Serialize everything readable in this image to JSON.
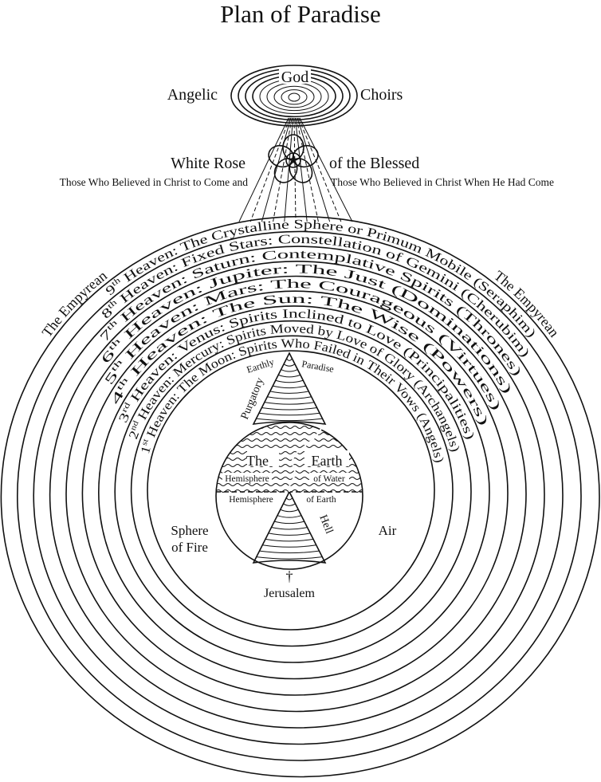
{
  "title": "Plan of Paradise",
  "top": {
    "god": "God",
    "angelic": "Angelic",
    "choirs": "Choirs",
    "white_rose": "White Rose",
    "of_the_blessed": "of the Blessed",
    "believed_to_come": "Those Who Believed in Christ to Come and",
    "believed_had_come": "Those Who Believed in Christ When He Had Come"
  },
  "empyrean": {
    "left": "The Empyrean",
    "right": "The Empyrean"
  },
  "heavens": [
    {
      "num": "1",
      "sup": "st",
      "text": " Heaven: The Moon: Spirits Who Failed in Their Vows (Angels)"
    },
    {
      "num": "2",
      "sup": "nd",
      "text": " Heaven: Mercury: Spirits Moved by Love of Glory (Archangels)"
    },
    {
      "num": "3",
      "sup": "rd",
      "text": " Heaven: Venus: Spirits Inclined to Love (Principalities)"
    },
    {
      "num": "4",
      "sup": "th",
      "text": " Heaven: The Sun: The Wise (Powers)"
    },
    {
      "num": "5",
      "sup": "th",
      "text": " Heaven: Mars: The Courageous (Virtues)"
    },
    {
      "num": "6",
      "sup": "th",
      "text": " Heaven: Jupiter: The Just (Dominations)"
    },
    {
      "num": "7",
      "sup": "th",
      "text": " Heaven: Saturn: Contemplative Spirits (Thrones)"
    },
    {
      "num": "8",
      "sup": "th",
      "text": " Heaven: Fixed Stars: Constellation of Gemini (Cherubim)"
    },
    {
      "num": "9",
      "sup": "th",
      "text": " Heaven: The Crystalline Sphere or Primum Mobile (Seraphim)"
    }
  ],
  "earth": {
    "earthly": "Earthly",
    "paradise": "Paradise",
    "purgatory": "Purgatory",
    "the": "The",
    "earth": "Earth",
    "hemisphere_w": "Hemisphere",
    "of_water": "of Water",
    "hemisphere_e": "Hemisphere",
    "of_earth": "of Earth",
    "hell": "Hell",
    "cross": "†",
    "jerusalem": "Jerusalem"
  },
  "spheres": {
    "fire_1": "Sphere",
    "fire_2": "of Fire",
    "air": "Air"
  }
}
